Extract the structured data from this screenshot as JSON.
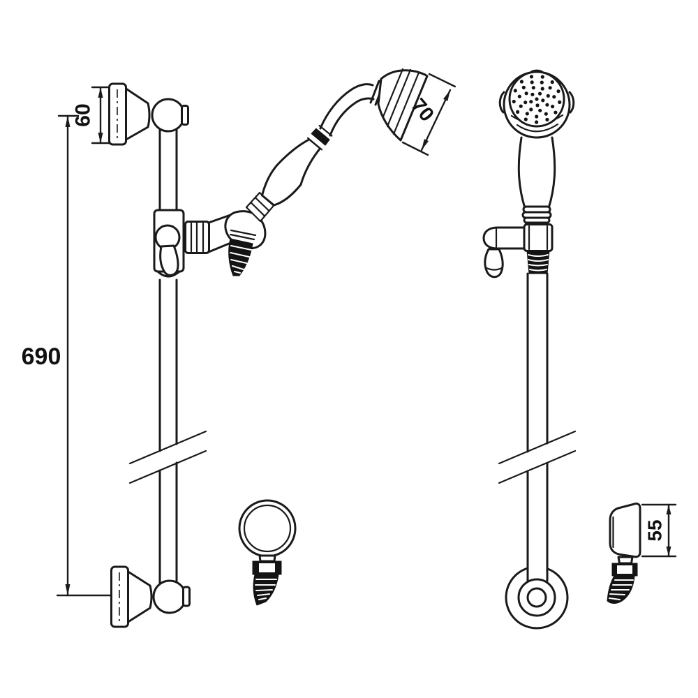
{
  "drawing": {
    "type": "technical-line-drawing",
    "subject": "shower slide rail set with hand shower, side view and front view",
    "background": "#ffffff",
    "line_color": "#1a1a1a",
    "dimensions": {
      "bracket_height": "60",
      "rail_length": "690",
      "head_width": "70",
      "holder_height": "55"
    }
  }
}
